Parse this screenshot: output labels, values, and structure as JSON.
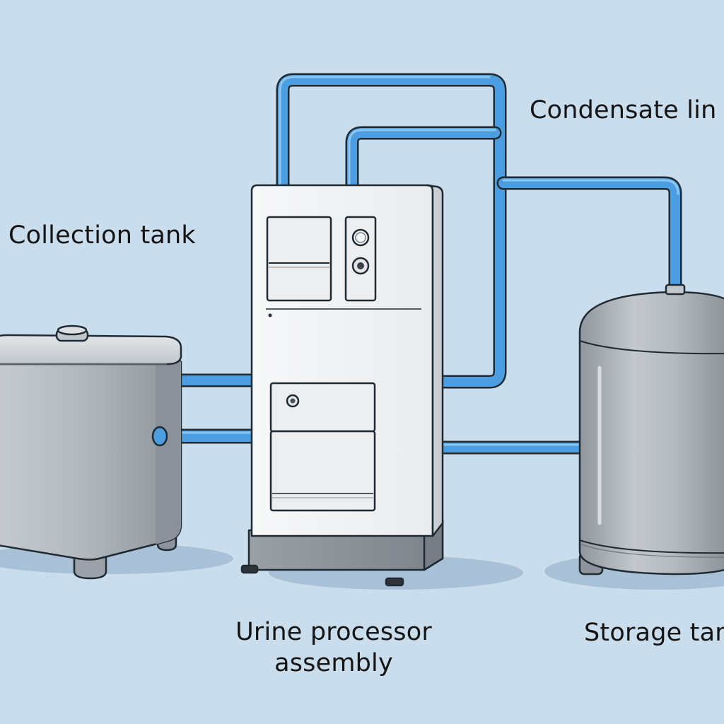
{
  "labels": {
    "condensate_line": "Condensate lin",
    "collection_tank": "Collection tank",
    "processor_line1": "Urine processor",
    "processor_line2": "assembly",
    "storage_tank": "Storage tan"
  },
  "colors": {
    "background": "#c9ddec",
    "pipe": "#4d9ee0",
    "pipe_highlight": "#8cc6f2",
    "outline": "#1f2a33",
    "tank_metal": "#a6adb4",
    "cabinet": "#f4f5f7"
  }
}
